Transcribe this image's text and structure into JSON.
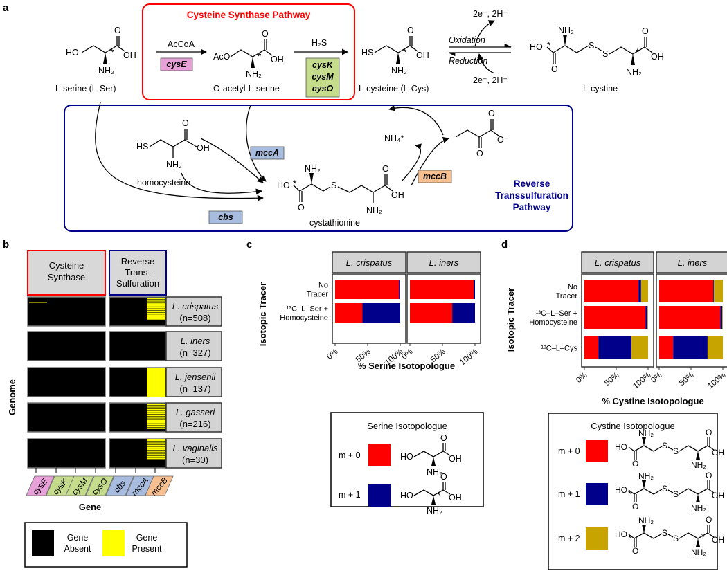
{
  "panels": {
    "a": "a",
    "b": "b",
    "c": "c",
    "d": "d"
  },
  "colors": {
    "red": "#ff0000",
    "blue": "#00008b",
    "gold": "#c8a400",
    "yellow": "#ffff00",
    "black": "#000000",
    "grey": "#d3d3d3",
    "pink": "#e8a0d8",
    "green": "#c4dc8c",
    "lightblue": "#a8bce0",
    "orange": "#f8c090"
  },
  "pathway": {
    "cysteine_synthase_title": "Cysteine Synthase Pathway",
    "reverse_title": [
      "Reverse",
      "Transsulfuration",
      "Pathway"
    ],
    "acetyl_coa": "AcCoA",
    "h2s": "H₂S",
    "oxidation": "Oxidation",
    "reduction": "Reduction",
    "electrons_top": "2e⁻, 2H⁺",
    "electrons_bottom": "2e⁻, 2H⁺",
    "ammonium": "NH₄⁺",
    "enzymes": {
      "cysE": "cysE",
      "cysK": "cysK",
      "cysM": "cysM",
      "cysO": "cysO",
      "mccA": "mccA",
      "mccB": "mccB",
      "cbs": "cbs"
    },
    "compounds": {
      "serine": "L-serine (L-Ser)",
      "acetylserine": "O-acetyl-L-serine",
      "cysteine": "L-cysteine (L-Cys)",
      "cystine": "L-cystine",
      "homocysteine": "homocysteine",
      "cystathionine": "cystathionine"
    },
    "atoms": {
      "HO": "HO",
      "OH": "OH",
      "O": "O",
      "NH2": "NH₂",
      "HS": "HS",
      "AcO": "AcO",
      "S": "S",
      "star": "*",
      "Ominus": "O⁻"
    }
  },
  "panel_b": {
    "header_cysteine": [
      "Cysteine",
      "Synthase"
    ],
    "header_reverse": [
      "Reverse",
      "Trans-",
      "Sulfuration"
    ],
    "y_label": "Genome",
    "x_label": "Gene",
    "organisms": [
      {
        "name": "L. crispatus",
        "n": "(n=508)",
        "present_fraction": 0.78
      },
      {
        "name": "L. iners",
        "n": "(n=327)",
        "present_fraction": 0.0
      },
      {
        "name": "L. jensenii",
        "n": "(n=137)",
        "present_fraction": 1.0
      },
      {
        "name": "L. gasseri",
        "n": "(n=216)",
        "present_fraction": 0.9
      },
      {
        "name": "L. vaginalis",
        "n": "(n=30)",
        "present_fraction": 0.7
      }
    ],
    "genes": [
      "cysE",
      "cysK",
      "cysM",
      "cysO",
      "cbs",
      "mccA",
      "mccB"
    ],
    "legend": [
      {
        "label": [
          "Gene",
          "Absent"
        ],
        "color": "#000000"
      },
      {
        "label": [
          "Gene",
          "Present"
        ],
        "color": "#ffff00"
      }
    ]
  },
  "chart_data": [
    {
      "type": "bar",
      "orientation": "horizontal",
      "stacked": true,
      "facets": [
        "L. crispatus",
        "L. iners"
      ],
      "categories": [
        "No Tracer",
        "¹³C–L–Ser + Homocysteine"
      ],
      "ylabel": "Isotopic Tracer",
      "xlabel": "% Serine Isotopologue",
      "xticks": [
        "0%",
        "50%",
        "100%"
      ],
      "xlim": [
        0,
        100
      ],
      "series": [
        {
          "name": "m + 0",
          "color": "#ff0000",
          "values": {
            "L. crispatus": [
              98,
              42
            ],
            "L. iners": [
              98,
              65
            ]
          }
        },
        {
          "name": "m + 1",
          "color": "#00008b",
          "values": {
            "L. crispatus": [
              2,
              58
            ],
            "L. iners": [
              2,
              35
            ]
          }
        }
      ],
      "legend_title": "Serine Isotopologue"
    },
    {
      "type": "bar",
      "orientation": "horizontal",
      "stacked": true,
      "facets": [
        "L. crispatus",
        "L. iners"
      ],
      "categories": [
        "No Tracer",
        "¹³C–L–Ser + Homocysteine",
        "¹³C–L–Cys"
      ],
      "ylabel": "Isotopic Tracer",
      "xlabel": "% Cystine Isotopologue",
      "xticks": [
        "0%",
        "50%",
        "100%"
      ],
      "xlim": [
        0,
        100
      ],
      "series": [
        {
          "name": "m + 0",
          "color": "#ff0000",
          "values": {
            "L. crispatus": [
              85,
              96,
              22
            ],
            "L. iners": [
              85,
              96,
              22
            ]
          }
        },
        {
          "name": "m + 1",
          "color": "#00008b",
          "values": {
            "L. crispatus": [
              4,
              3,
              52
            ],
            "L. iners": [
              1,
              3,
              54
            ]
          }
        },
        {
          "name": "m + 2",
          "color": "#c8a400",
          "values": {
            "L. crispatus": [
              11,
              1,
              26
            ],
            "L. iners": [
              14,
              1,
              24
            ]
          }
        }
      ],
      "legend_title": "Cystine Isotopologue"
    }
  ]
}
